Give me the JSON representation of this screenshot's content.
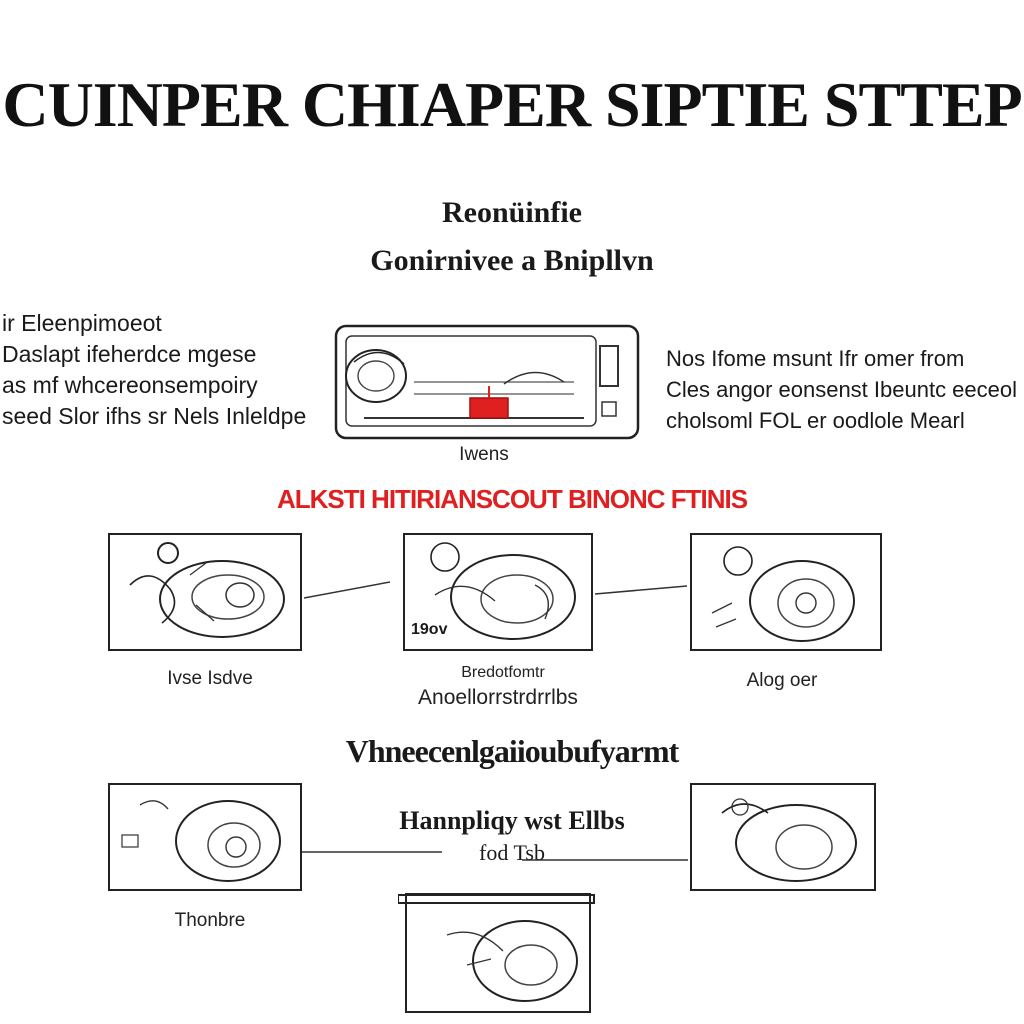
{
  "title": "CUINPER CHIAPER SIPTIE STTEP",
  "subtitle_line1": "Reonüinfie",
  "subtitle_line2": "Gonirnivee a Bnipllvn",
  "left_note": [
    "ir  Eleenpimoeot",
    "Daslapt ifeherdce  mgese",
    "as mf  whcereonsempoiry",
    "seed Slor  ifhs sr  Nels  Inleldpe"
  ],
  "right_note": [
    "Nos  Ifome  msunt  Ifr  omer  from",
    "Cles  angor  eonsenst  Ibeuntc  eeceol",
    "cholsoml  FOL  er  oodlole  Mearl"
  ],
  "device_caption": "Iwens",
  "red_heading": "ALKSTI HITIRIANSCOUT BINONC FTINIS",
  "step_captions": [
    "Ivse  Isdve",
    "Bredotfomtr",
    "Anoellorrstrdrrlbs",
    "Alog  oer"
  ],
  "step_number": "19ov",
  "section2_title": "Vhneecenlgaiioubufyarmt",
  "section2_sub1": "Hannpliqy  wst  Ellbs",
  "section2_sub2": "fod  Tsb",
  "section2_caption": "Thonbre",
  "colors": {
    "accent": "#e02020",
    "ink": "#1a1a1a"
  }
}
